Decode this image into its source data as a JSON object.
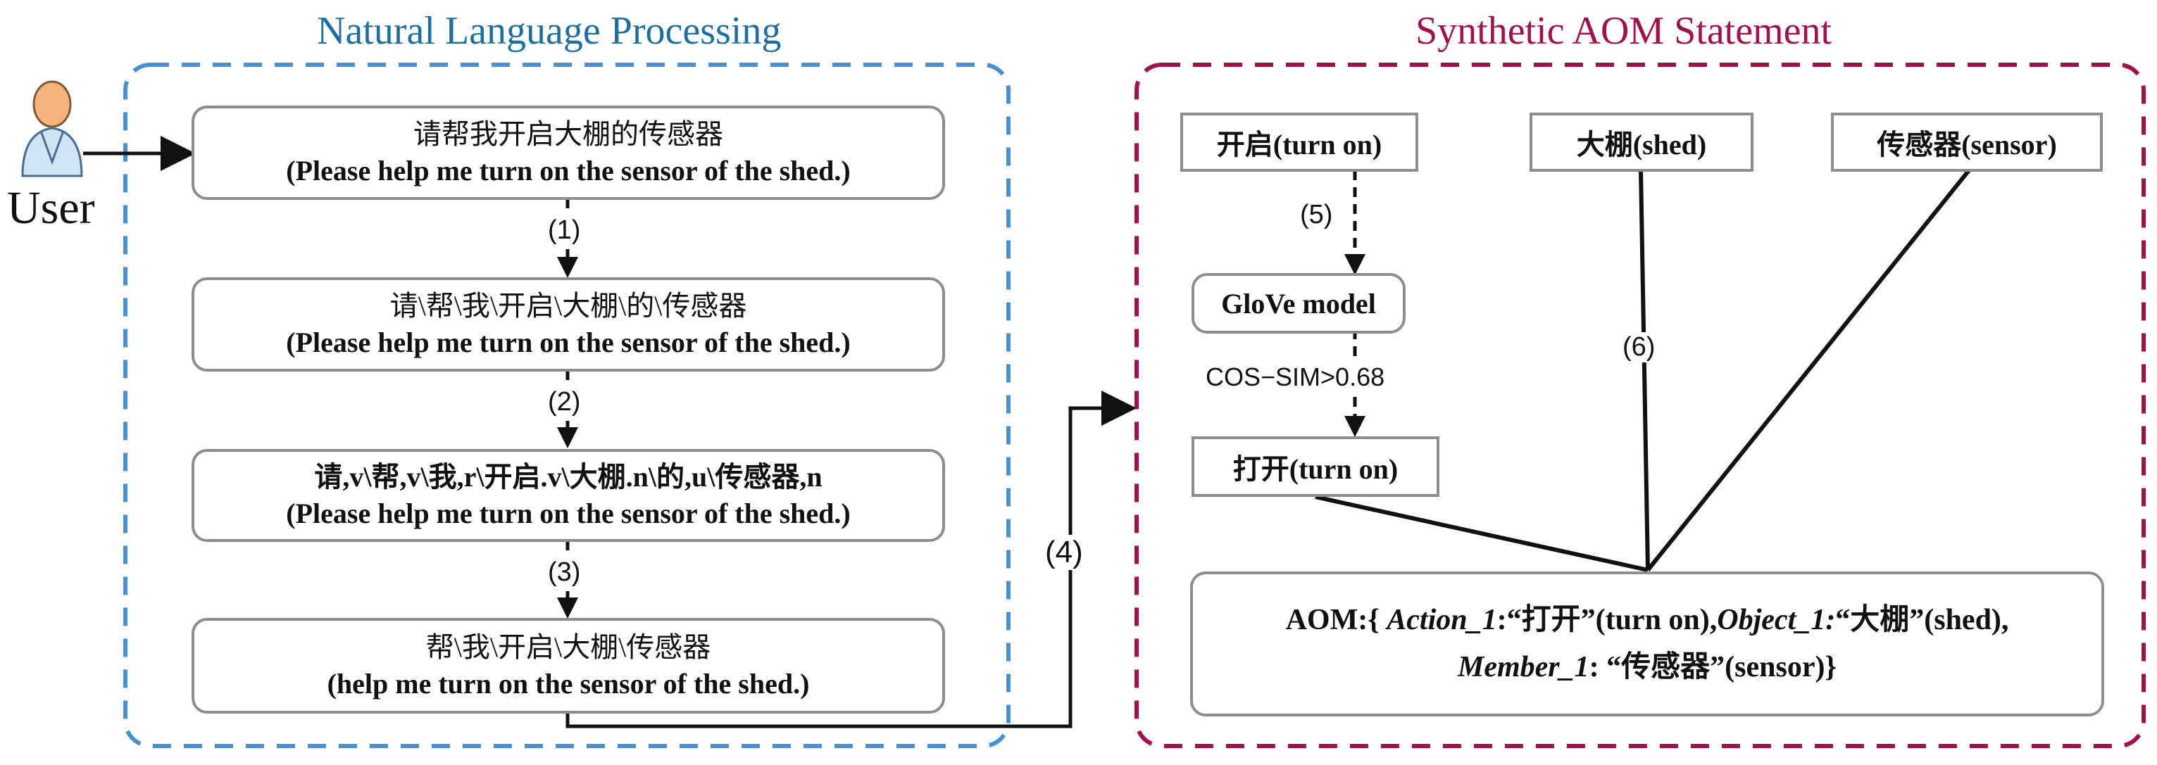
{
  "user": {
    "label": "User"
  },
  "nlp": {
    "title": "Natural Language Processing",
    "steps": [
      {
        "cn": "请帮我开启大棚的传感器",
        "en": "(Please help me turn on the sensor of the shed.)"
      },
      {
        "cn": "请\\帮\\我\\开启\\大棚\\的\\传感器",
        "en": "(Please help me turn on the sensor of the shed.)"
      },
      {
        "cn": "请,v\\帮,v\\我,r\\开启.v\\大棚.n\\的,u\\传感器,n",
        "en": "(Please help me turn on the sensor of the shed.)"
      },
      {
        "cn": "帮\\我\\开启\\大棚\\传感器",
        "en": "(help me turn on the sensor of the shed.)"
      }
    ],
    "arrows": [
      "(1)",
      "(2)",
      "(3)"
    ]
  },
  "link": {
    "label": "(4)"
  },
  "aom": {
    "title": "Synthetic AOM Statement",
    "action": "开启(turn on)",
    "object": "大棚(shed)",
    "member": "传感器(sensor)",
    "glove": "GloVe model",
    "step5": "(5)",
    "cos": "COS−SIM>0.68",
    "result": "打开(turn on)",
    "step6": "(6)",
    "statement": {
      "prefix": "AOM:{ ",
      "action_key": "Action_1",
      "action_val": ":“打开”(turn on),",
      "object_key": "Object_1:",
      "object_val": "“大棚”(shed),",
      "member_key": "Member_1",
      "member_val": ": “传感器”(sensor)}"
    }
  },
  "colors": {
    "nlp_border": "#4a90d0",
    "aom_border": "#a0124f",
    "box_border": "#8e8e8e"
  }
}
